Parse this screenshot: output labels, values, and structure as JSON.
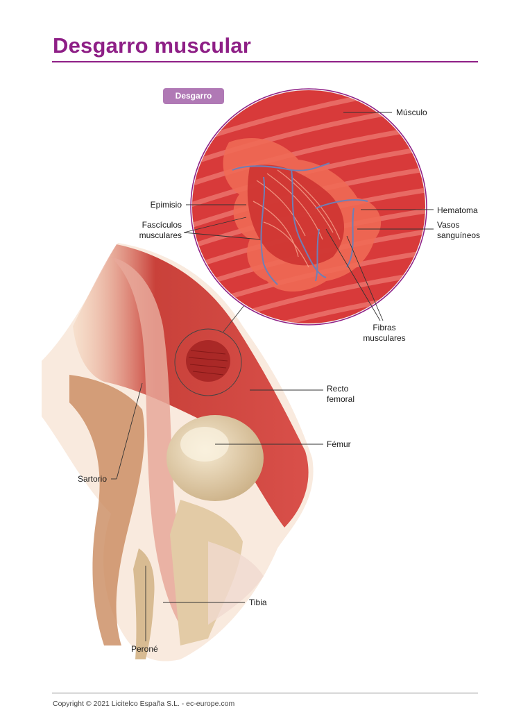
{
  "title": "Desgarro muscular",
  "badge": "Desgarro",
  "labels": {
    "musculo": "Músculo",
    "epimisio": "Epimisio",
    "fasciculos_1": "Fascículos",
    "fasciculos_2": "musculares",
    "hematoma": "Hematoma",
    "vasos_1": "Vasos",
    "vasos_2": "sanguíneos",
    "fibras_1": "Fibras",
    "fibras_2": "musculares",
    "recto_1": "Recto",
    "recto_2": "femoral",
    "femur": "Fémur",
    "sartorio": "Sartorio",
    "tibia": "Tibia",
    "perone": "Peroné"
  },
  "footer": "Copyright © 2021 Licitelco España S.L. - ec-europe.com",
  "colors": {
    "brand": "#8e1f86",
    "badge": "#b079b5",
    "muscle": "#d63a3a",
    "vessel": "#6f7fb6",
    "bone": "#e6d3b0"
  }
}
